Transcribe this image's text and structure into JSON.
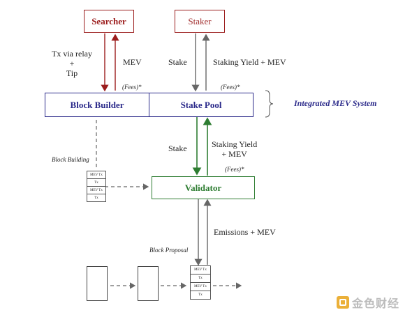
{
  "nodes": {
    "searcher": "Searcher",
    "staker": "Staker",
    "block_builder": "Block Builder",
    "stake_pool": "Stake Pool",
    "validator": "Validator"
  },
  "edge_labels": {
    "tx_via_relay_tip": "Tx via relay\n+\nTip",
    "mev": "MEV",
    "stake_top": "Stake",
    "staking_yield_mev_top": "Staking Yield + MEV",
    "fees_builder": "(Fees)*",
    "fees_pool": "(Fees)*",
    "stake_mid": "Stake",
    "staking_yield_mev_mid": "Staking Yield\n+ MEV",
    "fees_validator": "(Fees)*",
    "block_building": "Block Building",
    "emissions_mev": "Emissions + MEV",
    "block_proposal": "Block Proposal"
  },
  "group_label": "Integrated MEV System",
  "block_left": [
    "MEV Tx",
    "Tx",
    "MEV Tx",
    "Tx"
  ],
  "block_chain": [
    "MEV Tx",
    "Tx",
    "MEV Tx",
    "Tx"
  ],
  "watermark": "金色财经",
  "colors": {
    "searcher": "#9b1c1c",
    "navy": "#2b2a8a",
    "validator": "#2e7d32",
    "staker_text": "#a23030",
    "gray": "#666666"
  }
}
